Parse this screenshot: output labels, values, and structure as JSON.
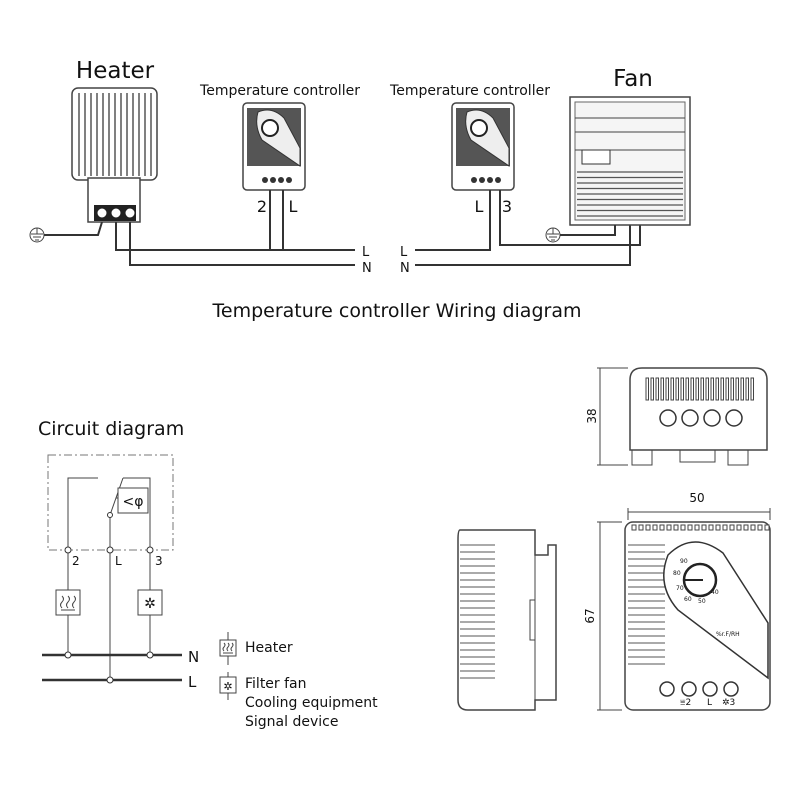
{
  "wiring": {
    "heater_label": "Heater",
    "fan_label": "Fan",
    "controller_left_label": "Temperature controller",
    "controller_right_label": "Temperature controller",
    "controller_left_terminals": [
      "2",
      "L"
    ],
    "controller_right_terminals": [
      "L",
      "3"
    ],
    "line_labels_left": [
      "L",
      "N"
    ],
    "line_labels_right": [
      "L",
      "N"
    ],
    "title": "Temperature controller Wiring diagram"
  },
  "circuit": {
    "title": "Circuit diagram",
    "terminals": [
      "2",
      "L",
      "3"
    ],
    "sensor_symbol": "<φ",
    "bus_labels": [
      "N",
      "L"
    ],
    "legend": {
      "heater": "Heater",
      "fan_lines": [
        "Filter fan",
        "Cooling equipment",
        "Signal device"
      ]
    }
  },
  "dimensions": {
    "height_top": "38",
    "width": "50",
    "height_front": "67",
    "dial_scale": [
      "90",
      "80",
      "70",
      "60",
      "50",
      "40"
    ],
    "dial_unit": "%r.F/RH",
    "front_terminals": [
      "2",
      "L",
      "3"
    ]
  },
  "colors": {
    "line": "#333333",
    "text": "#111111",
    "background": "#ffffff"
  }
}
